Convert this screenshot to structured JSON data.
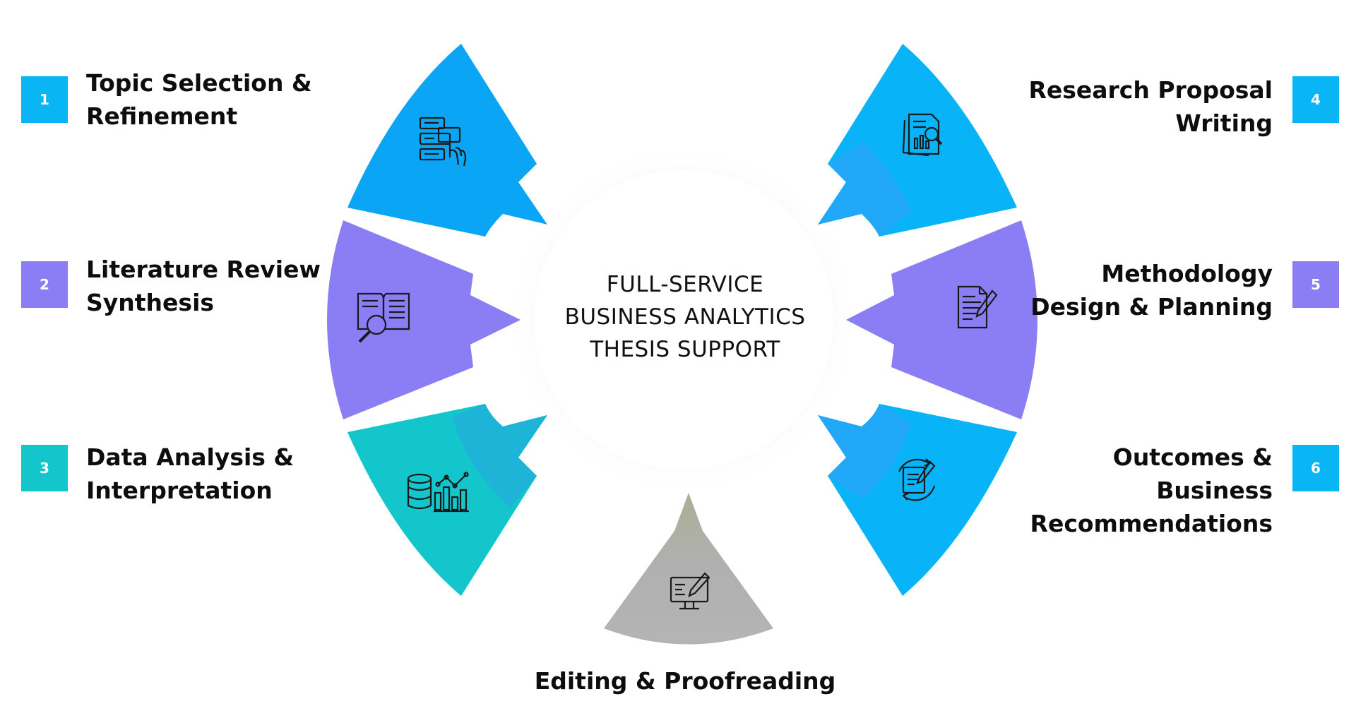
{
  "center": {
    "title": "FULL-SERVICE\nBUSINESS ANALYTICS\nTHESIS SUPPORT"
  },
  "steps": [
    {
      "number": "1",
      "label": "Topic Selection &\nRefinement",
      "color": "#0aa6f5",
      "icon": "list-selection-icon"
    },
    {
      "number": "2",
      "label": "Literature Review\nSynthesis",
      "color": "#8b7ef5",
      "icon": "book-search-icon"
    },
    {
      "number": "3",
      "label": "Data Analysis &\nInterpretation",
      "color": "#13c6cc",
      "icon": "database-chart-icon"
    },
    {
      "number": "4",
      "label": "Research Proposal\nWriting",
      "color": "#08b4f7",
      "icon": "document-search-icon"
    },
    {
      "number": "5",
      "label": "Methodology\nDesign & Planning",
      "color": "#8b7ef5",
      "icon": "document-pen-icon"
    },
    {
      "number": "6",
      "label": "Outcomes &\nBusiness\nRecommendations",
      "color": "#08b4f7",
      "icon": "document-refresh-icon"
    }
  ],
  "bottom": {
    "label": "Editing & Proofreading",
    "color": "#b3b3b3",
    "icon": "monitor-edit-icon"
  }
}
